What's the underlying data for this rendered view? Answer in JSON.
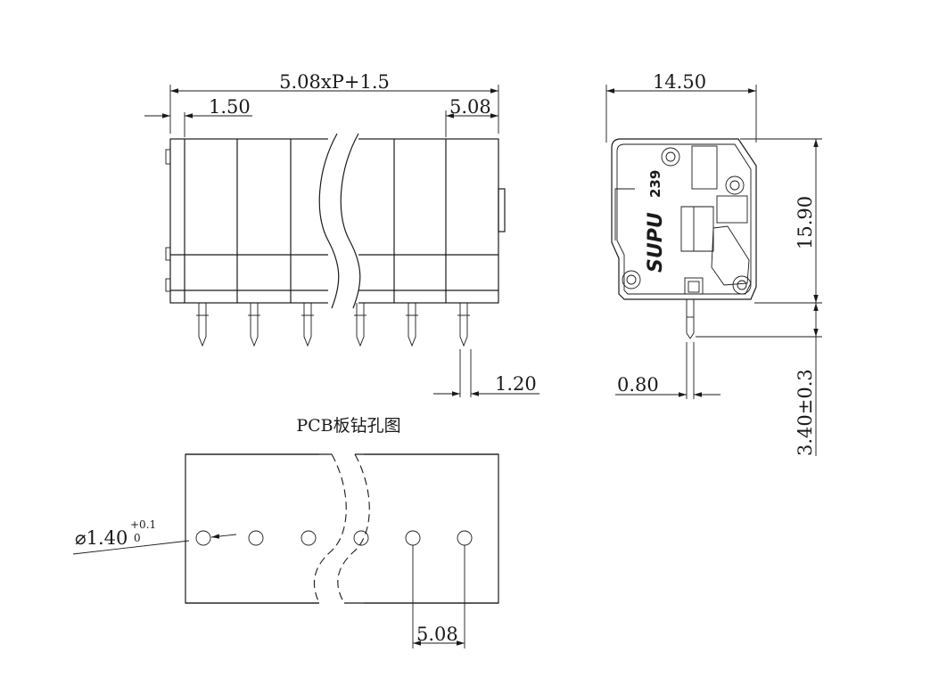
{
  "front_view": {
    "overall_width_label": "5.08xP+1.5",
    "edge_offset_label": "1.50",
    "pitch_label": "5.08",
    "pin_width_label": "1.20"
  },
  "side_view": {
    "depth_label": "14.50",
    "height_label": "15.90",
    "pin_thickness_label": "0.80",
    "pin_length_label": "3.40±0.3",
    "brand_logo": "SUPU",
    "model_number": "239"
  },
  "pcb_layout": {
    "title": "PCB板钻孔图",
    "hole_diameter_label": "⌀1.40",
    "hole_tol_upper": "+0.1",
    "hole_tol_lower": "0",
    "hole_pitch_label": "5.08"
  }
}
